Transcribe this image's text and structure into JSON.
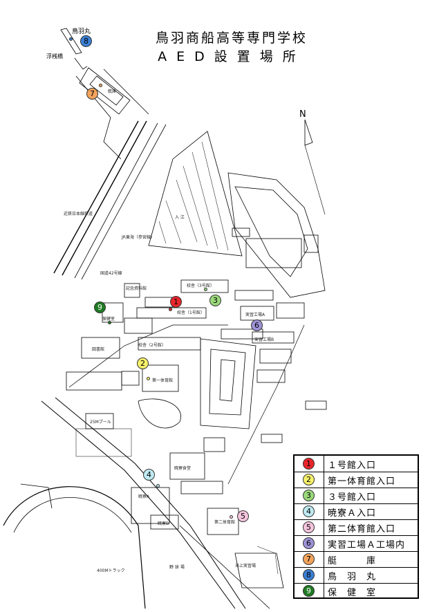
{
  "title": "鳥羽商船高等専門学校",
  "subtitle": "AED設置場所",
  "north": "N",
  "labels": {
    "toba_maru": "鳥羽丸",
    "pier": "浮桟橋",
    "boathouse": "艇庫",
    "railway": "近鉄日本線鉄道",
    "jr": "JR東海（参宮線）",
    "inlet": "入 江",
    "route42": "国道42号線",
    "memorial": "記念資料館",
    "school3": "校舎（3号館）",
    "school1": "校舎（1号館）",
    "school2": "校舎（2号館）",
    "library": "図書館",
    "gym1": "第一体育館",
    "gym2": "第二体育館",
    "dormA": "暁寮A",
    "dormB": "暁寮B",
    "dining": "暁寮食堂",
    "workshopA": "実習工場A",
    "workshopB": "実習工場B",
    "health": "保健室",
    "pool": "25Mプール",
    "track": "400Mトラック",
    "baseball": "野 球 場",
    "kaijo": "海上実習場"
  },
  "legend": [
    {
      "num": "1",
      "text": "１号館入口",
      "color": "#e8262b",
      "dark": false
    },
    {
      "num": "2",
      "text": "第一体育館入口",
      "color": "#f6f06a",
      "dark": false
    },
    {
      "num": "3",
      "text": "３号館入口",
      "color": "#9ad97a",
      "dark": false
    },
    {
      "num": "4",
      "text": "暁寮Ａ入口",
      "color": "#bfeaf2",
      "dark": false
    },
    {
      "num": "5",
      "text": "第二体育館入口",
      "color": "#f4c4dd",
      "dark": false
    },
    {
      "num": "6",
      "text": "実習工場Ａ工場内",
      "color": "#9d93d6",
      "dark": false
    },
    {
      "num": "7",
      "text": "艇　　　庫",
      "color": "#f2a35c",
      "dark": false
    },
    {
      "num": "8",
      "text": "鳥　羽　丸",
      "color": "#3a7fd4",
      "dark": false
    },
    {
      "num": "9",
      "text": "保　健　室",
      "color": "#1f7a22",
      "dark": true
    }
  ]
}
